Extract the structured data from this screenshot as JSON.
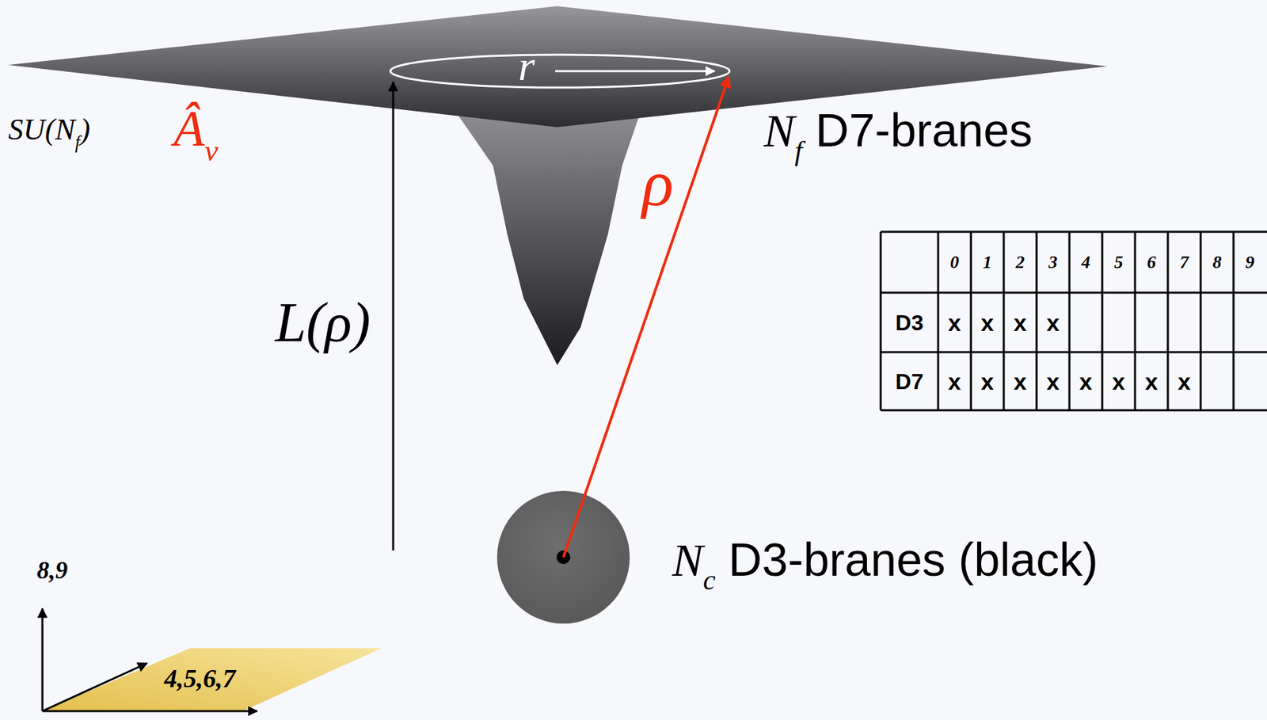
{
  "diagram": {
    "labels": [
      "SU(Nf)",
      "Âν",
      "Nf D7-branes",
      "r",
      "ρ",
      "L(ρ)",
      "Nc D3-branes (black)",
      "0",
      "1",
      "2",
      "3",
      "4",
      "5",
      "6",
      "7",
      "8",
      "9",
      "D3",
      "x",
      "x",
      "x",
      "x",
      "D7",
      "x",
      "x",
      "x",
      "x",
      "x",
      "x",
      "x",
      "x",
      "8,9",
      "4,5,6,7"
    ]
  }
}
